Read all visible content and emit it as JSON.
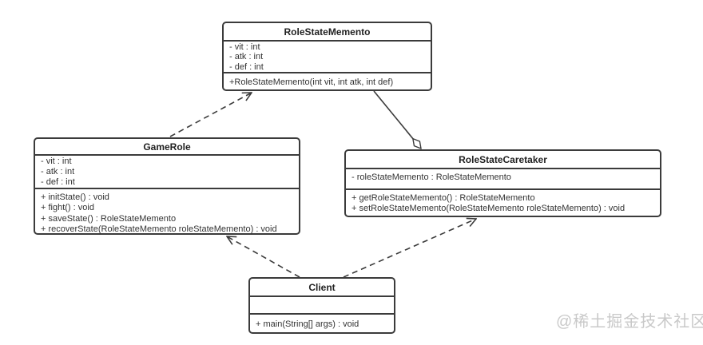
{
  "diagram": {
    "classes": {
      "memento": {
        "name": "RoleStateMemento",
        "attributes": [
          "- vit : int",
          "- atk : int",
          "- def : int"
        ],
        "methods": [
          "+RoleStateMemento(int vit, int atk, int def)"
        ]
      },
      "gamerole": {
        "name": "GameRole",
        "attributes": [
          "- vit : int",
          "- atk : int",
          "- def : int"
        ],
        "methods": [
          "+ initState() : void",
          "+ fight() : void",
          "+ saveState() : RoleStateMemento",
          "+ recoverState(RoleStateMemento roleStateMemento) : void"
        ]
      },
      "caretaker": {
        "name": "RoleStateCaretaker",
        "attributes": [
          "- roleStateMemento : RoleStateMemento"
        ],
        "methods": [
          "+ getRoleStateMemento() : RoleStateMemento",
          "+ setRoleStateMemento(RoleStateMemento roleStateMemento) : void"
        ]
      },
      "client": {
        "name": "Client",
        "attributes": [],
        "methods": [
          "+ main(String[] args) : void"
        ]
      }
    },
    "relations": [
      {
        "type": "dependency",
        "from": "GameRole",
        "to": "RoleStateMemento",
        "style": "dashed-open-arrow"
      },
      {
        "type": "aggregation",
        "owner": "RoleStateCaretaker",
        "part": "RoleStateMemento",
        "style": "solid-open-diamond"
      },
      {
        "type": "dependency",
        "from": "Client",
        "to": "GameRole",
        "style": "dashed-open-arrow"
      },
      {
        "type": "dependency",
        "from": "Client",
        "to": "RoleStateCaretaker",
        "style": "dashed-open-arrow"
      }
    ]
  },
  "watermark": {
    "text": "@稀土掘金技术社区"
  },
  "colors": {
    "line": "#3b3b3b",
    "text": "#333333",
    "watermark": "#c9c9c9",
    "background": "#ffffff"
  }
}
